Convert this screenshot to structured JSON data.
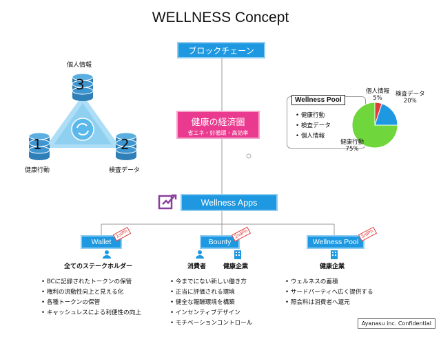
{
  "title": "WELLNESS Concept",
  "blockchain": "ブロックチェーン",
  "economy": {
    "title": "健康の経済圏",
    "subtitle": "省エネ・好循環・高効率"
  },
  "apps_label": "Wellness Apps",
  "triangle": {
    "node1": {
      "number": "1",
      "label": "健康行動"
    },
    "node2": {
      "number": "2",
      "label": "検査データ"
    },
    "node3": {
      "number": "3",
      "label": "個人情報"
    }
  },
  "pool": {
    "title": "Wellness Pool",
    "items": [
      "健康行動",
      "検査データ",
      "個人情報"
    ]
  },
  "chart_data": {
    "type": "pie",
    "slices": [
      {
        "label": "健康行動",
        "value": 75,
        "text": "75%",
        "color": "#6fd63b"
      },
      {
        "label": "個人情報",
        "value": 5,
        "text": "5%",
        "color": "#e23b3b"
      },
      {
        "label": "検査データ",
        "value": 20,
        "text": "20%",
        "color": "#1e98e0"
      }
    ]
  },
  "columns": [
    {
      "button": "Wallet",
      "stamp": "1stPh",
      "holders": [
        "全てのステークホルダー"
      ],
      "bullets": [
        "BCに記録されたトークンの保管",
        "権利の流動性向上と見える化",
        "各種トークンの保管",
        "キャッシュレスによる利便性の向上"
      ]
    },
    {
      "button": "Bounty",
      "stamp": "2ndPh",
      "holders": [
        "消費者",
        "健康企業"
      ],
      "bullets": [
        "今までにない新しい働き方",
        "正当に評価される環境",
        "健全な報酬環境を構築",
        "インセンティブデザイン",
        "モチベーションコントロール"
      ]
    },
    {
      "button": "Wellness Pool",
      "stamp": "3rdPh",
      "holders": [
        "健康企業"
      ],
      "bullets": [
        "ウェルネスの蓄積",
        "サードパーティへ広く提供する",
        "照会料は消費者へ還元"
      ]
    }
  ],
  "confidential": "Ayanasu inc. Confidential",
  "colors": {
    "accent": "#1e98e0",
    "economy": "#ea3a8f",
    "triangle": "#9fd8f5",
    "stamp": "#e23b3b"
  }
}
